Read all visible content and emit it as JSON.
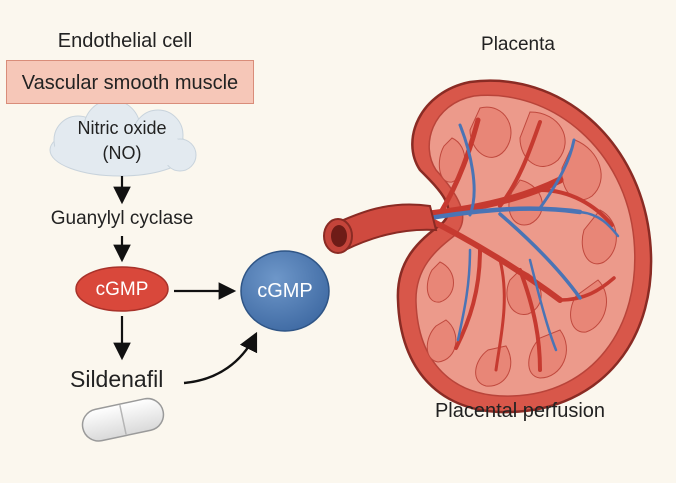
{
  "labels": {
    "endothelial": "Endothelial cell",
    "muscle": "Vascular smooth muscle",
    "no_line1": "Nitric oxide",
    "no_line2": "(NO)",
    "guanylyl": "Guanylyl cyclase",
    "cgmp_left": "cGMP",
    "cgmp_center": "cGMP",
    "sildenafil": "Sildenafil",
    "placenta": "Placenta",
    "perfusion": "Placental perfusion"
  },
  "colors": {
    "background": "#fbf7ee",
    "muscle_band": "#f6c7b8",
    "cgmp_red": "#d9483b",
    "cgmp_blue": "#4a78b0",
    "placenta_red": "#d8574a",
    "placenta_light": "#ec9a8b",
    "vein_blue": "#4a74b5",
    "cloud": "#e3eaf0"
  }
}
